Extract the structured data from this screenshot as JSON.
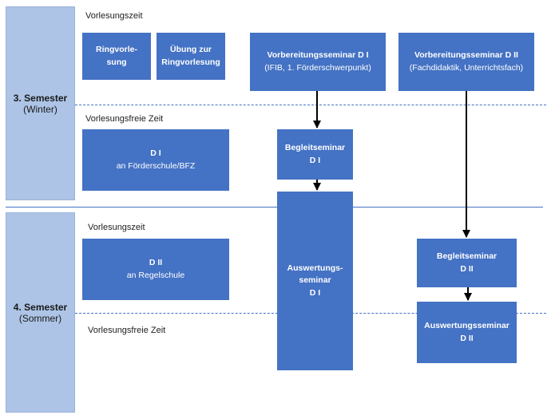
{
  "semesters": [
    {
      "title": "3. Semester",
      "season": "(Winter)"
    },
    {
      "title": "4. Semester",
      "season": "(Sommer)"
    }
  ],
  "labels": {
    "lecture_time": "Vorlesungszeit",
    "lecture_free_time": "Vorlesungsfreie Zeit"
  },
  "boxes": {
    "ringvorlesung": [
      "Ringvorle-",
      "sung"
    ],
    "uebung": [
      "Übung zur",
      "Ringvorlesung"
    ],
    "vorbereitung_d1": {
      "title": "Vorbereitungsseminar D I",
      "sub": "(IFIB, 1. Förderschwerpunkt)"
    },
    "vorbereitung_d2": {
      "title": "Vorbereitungsseminar D II",
      "sub": "(Fachdidaktik, Unterrichtsfach)"
    },
    "praktikum_d1": {
      "title": "D I",
      "sub": "an Förderschule/BFZ"
    },
    "begleit_d1": {
      "title": "Begleitseminar",
      "sub": "D I"
    },
    "auswertung_d1": [
      "Auswertungs-",
      "seminar",
      "D I"
    ],
    "praktikum_d2": {
      "title": "D II",
      "sub": "an Regelschule"
    },
    "begleit_d2": {
      "title": "Begleitseminar",
      "sub": "D II"
    },
    "auswertung_d2": {
      "title": "Auswertungsseminar",
      "sub": "D II"
    }
  }
}
